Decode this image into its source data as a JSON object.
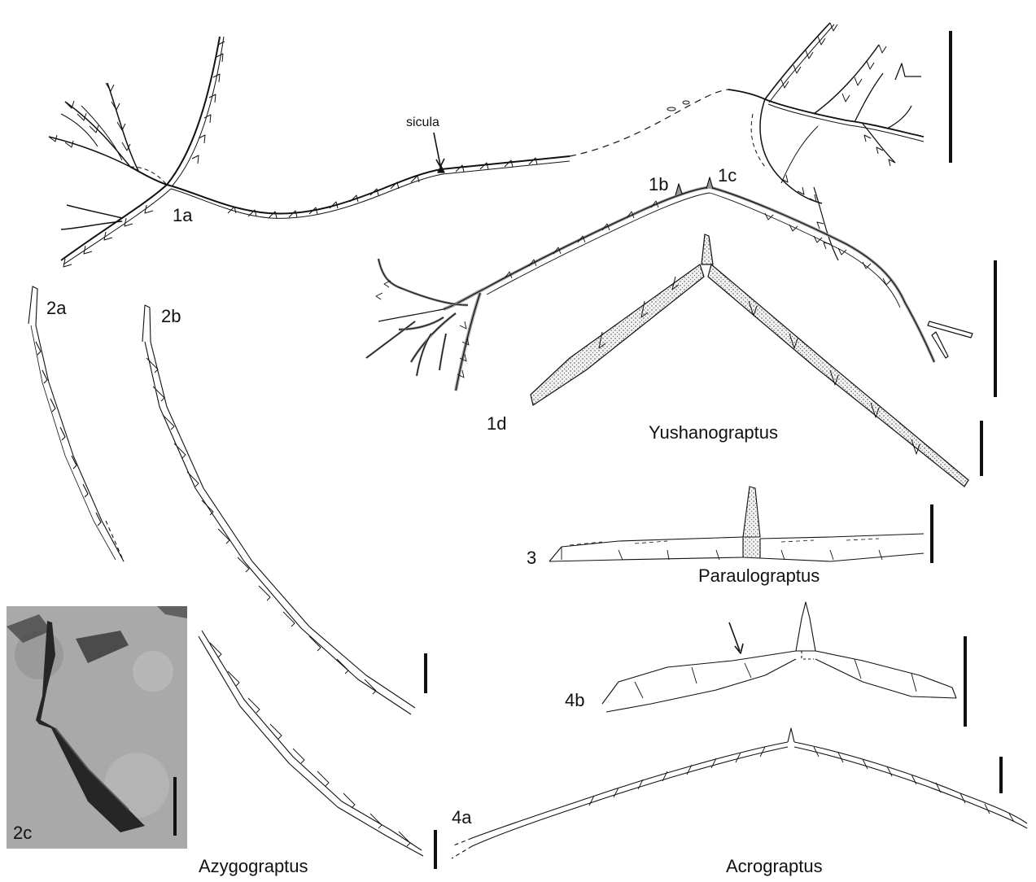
{
  "labels": {
    "fig_1a": "1a",
    "fig_1b": "1b",
    "fig_1c": "1c",
    "fig_1d": "1d",
    "fig_2a": "2a",
    "fig_2b": "2b",
    "fig_2c": "2c",
    "fig_3": "3",
    "fig_4a": "4a",
    "fig_4b": "4b",
    "sicula": "sicula"
  },
  "genera": {
    "yushanograptus": "Yushanograptus",
    "paraulograptus": "Paraulograptus",
    "azygograptus": "Azygograptus",
    "acrograptus": "Acrograptus"
  },
  "colors": {
    "ink": "#111111",
    "stipe_fill_grey": "#9a9a9a",
    "stipple_fill": "#d9d9d9",
    "photo_bg": "#a5a5a5",
    "photo_fossil": "#2a2a2a"
  }
}
